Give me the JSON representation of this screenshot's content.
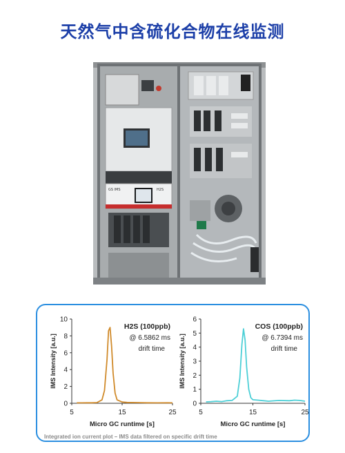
{
  "page": {
    "title": "天然气中含硫化合物在线监测",
    "footnote": "Integrated ion current plot – IMS data filtered on specific drift time"
  },
  "photo": {
    "device_label_left": "GS IMS",
    "device_label_right": "H2S"
  },
  "chart_data": [
    {
      "type": "line",
      "title": "",
      "annotation_compound": "H2S (100ppb)",
      "annotation_drift": "@ 6.5862 ms",
      "annotation_drift2": "drift time",
      "xlabel": "Micro GC runtime [s]",
      "ylabel": "IMS Intensity [a.u.]",
      "xlim": [
        5,
        25
      ],
      "ylim": [
        0,
        10
      ],
      "xticks": [
        5,
        15,
        25
      ],
      "yticks": [
        0,
        2,
        4,
        6,
        8,
        10
      ],
      "color": "#d08a2a",
      "series": [
        {
          "x": [
            6,
            7,
            8,
            9,
            10,
            11,
            11.5,
            12,
            12.3,
            12.6,
            12.9,
            13.2,
            13.6,
            14,
            15,
            16,
            18,
            20,
            22,
            24,
            25
          ],
          "y": [
            0.05,
            0.05,
            0.06,
            0.06,
            0.08,
            0.4,
            1.5,
            5.2,
            8.6,
            9.0,
            6.8,
            3.6,
            1.2,
            0.4,
            0.15,
            0.1,
            0.08,
            0.06,
            0.05,
            0.06,
            0.05
          ]
        }
      ]
    },
    {
      "type": "line",
      "title": "",
      "annotation_compound": "COS (100ppb)",
      "annotation_drift": "@ 6.7394 ms",
      "annotation_drift2": "drift time",
      "xlabel": "Micro GC runtime [s]",
      "ylabel": "IMS Intensity [a.u.]",
      "xlim": [
        5,
        25
      ],
      "ylim": [
        0,
        6
      ],
      "xticks": [
        5,
        15,
        25
      ],
      "yticks": [
        0,
        1,
        2,
        3,
        4,
        5,
        6
      ],
      "color": "#4ccfd6",
      "series": [
        {
          "x": [
            6,
            7,
            8,
            9,
            10,
            11,
            12,
            12.5,
            12.9,
            13.2,
            13.5,
            13.8,
            14.2,
            14.6,
            15,
            16,
            18,
            20,
            22,
            23,
            24,
            25
          ],
          "y": [
            0.1,
            0.12,
            0.15,
            0.12,
            0.18,
            0.2,
            0.5,
            1.8,
            4.2,
            5.3,
            4.5,
            2.6,
            1.0,
            0.4,
            0.25,
            0.22,
            0.15,
            0.2,
            0.18,
            0.22,
            0.2,
            0.15
          ]
        }
      ]
    }
  ]
}
